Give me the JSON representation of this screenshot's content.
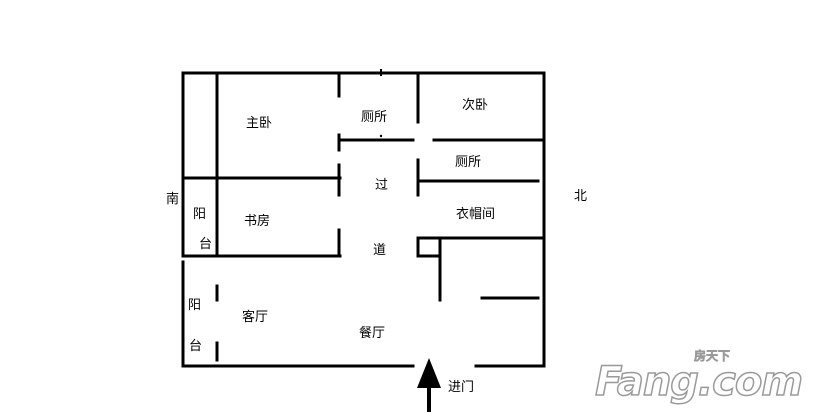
{
  "rooms": {
    "master_bedroom": "主卧",
    "toilet_1": "厕所",
    "second_bedroom": "次卧",
    "toilet_2": "厕所",
    "hall_1": "过",
    "hall_2": "道",
    "cloakroom": "衣帽间",
    "study": "书房",
    "balcony_1_a": "阳",
    "balcony_1_b": "台",
    "balcony_2_a": "阳",
    "balcony_2_b": "台",
    "living_room": "客厅",
    "dining_room": "餐厅"
  },
  "directions": {
    "south": "南",
    "north": "北"
  },
  "entrance": "进门",
  "watermark": {
    "cn": "房天下",
    "main": "Fang.com"
  },
  "colors": {
    "wall": "#000000",
    "watermark_outline": "#9a9a9a"
  }
}
